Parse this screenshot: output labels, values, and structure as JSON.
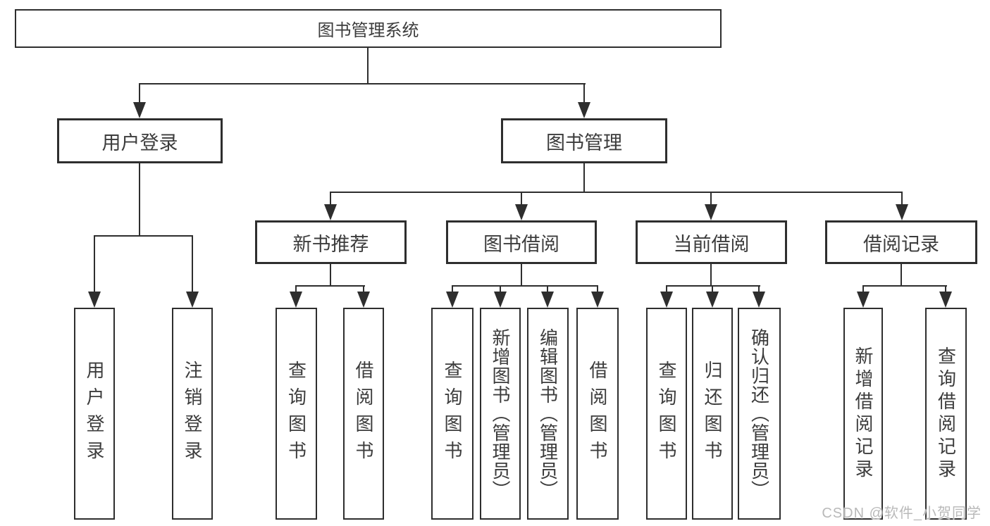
{
  "diagram": {
    "root": {
      "label": "图书管理系统"
    },
    "branches": [
      {
        "label": "用户登录",
        "children": [
          {
            "label": "用户登录"
          },
          {
            "label": "注销登录"
          }
        ]
      },
      {
        "label": "图书管理",
        "children": [
          {
            "label": "新书推荐",
            "children": [
              {
                "label": "查询图书"
              },
              {
                "label": "借阅图书"
              }
            ]
          },
          {
            "label": "图书借阅",
            "children": [
              {
                "label": "查询图书"
              },
              {
                "label": "新增图书（管理员）"
              },
              {
                "label": "编辑图书（管理员）"
              },
              {
                "label": "借阅图书"
              }
            ]
          },
          {
            "label": "当前借阅",
            "children": [
              {
                "label": "查询图书"
              },
              {
                "label": "归还图书"
              },
              {
                "label": "确认归还（管理员）"
              }
            ]
          },
          {
            "label": "借阅记录",
            "children": [
              {
                "label": "新增借阅记录"
              },
              {
                "label": "查询借阅记录"
              }
            ]
          }
        ]
      }
    ]
  },
  "watermark": {
    "text": "CSDN @软件_小贺同学"
  },
  "colors": {
    "line": "#2e2e2e",
    "box_border": "#2e2e2e",
    "text": "#3c3c3c",
    "background": "#ffffff",
    "watermark": "#b9b9b9"
  }
}
